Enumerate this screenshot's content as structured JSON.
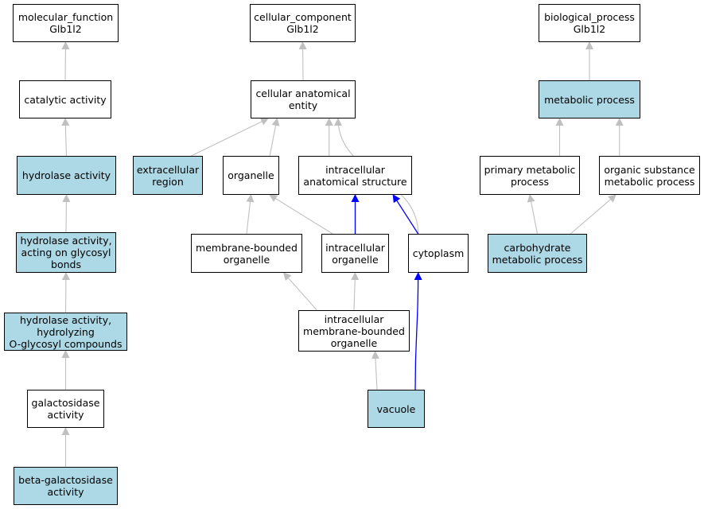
{
  "colors": {
    "highlight": "#add8e6",
    "plain": "#ffffff",
    "edge_gray": "#c0c0c0",
    "edge_blue": "#0000ff"
  },
  "nodes": {
    "mf_root": {
      "lines": [
        "molecular_function",
        "Glb1l2"
      ],
      "highlight": false
    },
    "catalytic": {
      "lines": [
        "catalytic activity"
      ],
      "highlight": false
    },
    "hydrolase": {
      "lines": [
        "hydrolase activity"
      ],
      "highlight": true
    },
    "hyd_glyc": {
      "lines": [
        "hydrolase activity,",
        "acting on glycosyl",
        "bonds"
      ],
      "highlight": true
    },
    "hyd_oglyc": {
      "lines": [
        "hydrolase activity,",
        "hydrolyzing",
        "O-glycosyl compounds"
      ],
      "highlight": true
    },
    "galactosidase": {
      "lines": [
        "galactosidase",
        "activity"
      ],
      "highlight": false
    },
    "beta_gal": {
      "lines": [
        "beta-galactosidase",
        "activity"
      ],
      "highlight": true
    },
    "cc_root": {
      "lines": [
        "cellular_component",
        "Glb1l2"
      ],
      "highlight": false
    },
    "cae": {
      "lines": [
        "cellular anatomical",
        "entity"
      ],
      "highlight": false
    },
    "extracellular": {
      "lines": [
        "extracellular",
        "region"
      ],
      "highlight": true
    },
    "organelle": {
      "lines": [
        "organelle"
      ],
      "highlight": false
    },
    "ias": {
      "lines": [
        "intracellular",
        "anatomical structure"
      ],
      "highlight": false
    },
    "mbo": {
      "lines": [
        "membrane-bounded",
        "organelle"
      ],
      "highlight": false
    },
    "io": {
      "lines": [
        "intracellular",
        "organelle"
      ],
      "highlight": false
    },
    "cytoplasm": {
      "lines": [
        "cytoplasm"
      ],
      "highlight": false
    },
    "imbo": {
      "lines": [
        "intracellular",
        "membrane-bounded",
        "organelle"
      ],
      "highlight": false
    },
    "vacuole": {
      "lines": [
        "vacuole"
      ],
      "highlight": true
    },
    "bp_root": {
      "lines": [
        "biological_process",
        "Glb1l2"
      ],
      "highlight": false
    },
    "metabolic": {
      "lines": [
        "metabolic process"
      ],
      "highlight": true
    },
    "primary": {
      "lines": [
        "primary metabolic",
        "process"
      ],
      "highlight": false
    },
    "organic": {
      "lines": [
        "organic substance",
        "metabolic process"
      ],
      "highlight": false
    },
    "carb": {
      "lines": [
        "carbohydrate",
        "metabolic process"
      ],
      "highlight": true
    }
  },
  "edges": [
    {
      "from": "catalytic",
      "to": "mf_root",
      "color": "gray"
    },
    {
      "from": "hydrolase",
      "to": "catalytic",
      "color": "gray"
    },
    {
      "from": "hyd_glyc",
      "to": "hydrolase",
      "color": "gray"
    },
    {
      "from": "hyd_oglyc",
      "to": "hyd_glyc",
      "color": "gray"
    },
    {
      "from": "galactosidase",
      "to": "hyd_oglyc",
      "color": "gray"
    },
    {
      "from": "beta_gal",
      "to": "galactosidase",
      "color": "gray"
    },
    {
      "from": "cae",
      "to": "cc_root",
      "color": "gray"
    },
    {
      "from": "extracellular",
      "to": "cae",
      "color": "gray"
    },
    {
      "from": "organelle",
      "to": "cae",
      "color": "gray"
    },
    {
      "from": "ias",
      "to": "cae",
      "color": "gray"
    },
    {
      "from": "cytoplasm",
      "to": "cae",
      "color": "gray"
    },
    {
      "from": "mbo",
      "to": "organelle",
      "color": "gray"
    },
    {
      "from": "io",
      "to": "organelle",
      "color": "gray"
    },
    {
      "from": "io",
      "to": "ias",
      "color": "blue"
    },
    {
      "from": "cytoplasm",
      "to": "ias",
      "color": "blue"
    },
    {
      "from": "imbo",
      "to": "mbo",
      "color": "gray"
    },
    {
      "from": "imbo",
      "to": "io",
      "color": "gray"
    },
    {
      "from": "vacuole",
      "to": "imbo",
      "color": "gray"
    },
    {
      "from": "vacuole",
      "to": "cytoplasm",
      "color": "blue"
    },
    {
      "from": "metabolic",
      "to": "bp_root",
      "color": "gray"
    },
    {
      "from": "primary",
      "to": "metabolic",
      "color": "gray"
    },
    {
      "from": "organic",
      "to": "metabolic",
      "color": "gray"
    },
    {
      "from": "carb",
      "to": "primary",
      "color": "gray"
    },
    {
      "from": "carb",
      "to": "organic",
      "color": "gray"
    }
  ]
}
